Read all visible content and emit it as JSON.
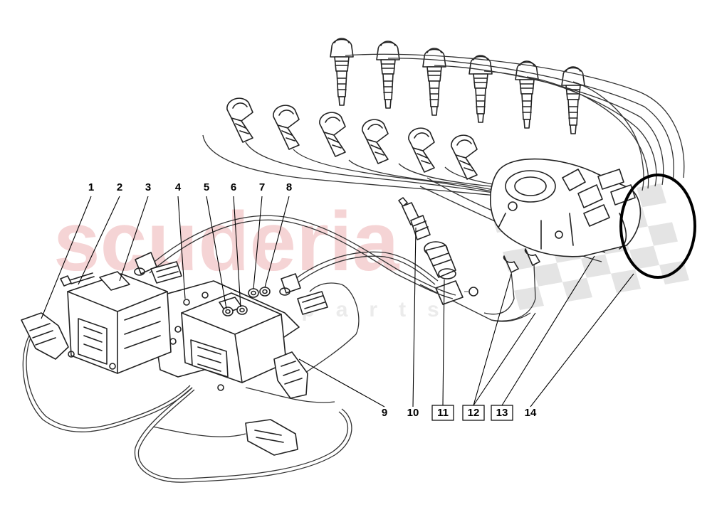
{
  "watermark": {
    "brand": "scuderia",
    "tagline": "car parts",
    "brand_color": "#f2c6c8",
    "checker_color": "#e4e4e4"
  },
  "callouts": [
    {
      "id": "1",
      "boxed": false
    },
    {
      "id": "2",
      "boxed": false
    },
    {
      "id": "3",
      "boxed": false
    },
    {
      "id": "4",
      "boxed": false
    },
    {
      "id": "5",
      "boxed": false
    },
    {
      "id": "6",
      "boxed": false
    },
    {
      "id": "7",
      "boxed": false
    },
    {
      "id": "8",
      "boxed": false
    },
    {
      "id": "9",
      "boxed": false
    },
    {
      "id": "10",
      "boxed": false
    },
    {
      "id": "11",
      "boxed": true
    },
    {
      "id": "12",
      "boxed": true
    },
    {
      "id": "13",
      "boxed": true
    },
    {
      "id": "14",
      "boxed": false
    }
  ],
  "colors": {
    "line": "#222222",
    "background": "#ffffff",
    "highlight_ring": "#000000"
  }
}
